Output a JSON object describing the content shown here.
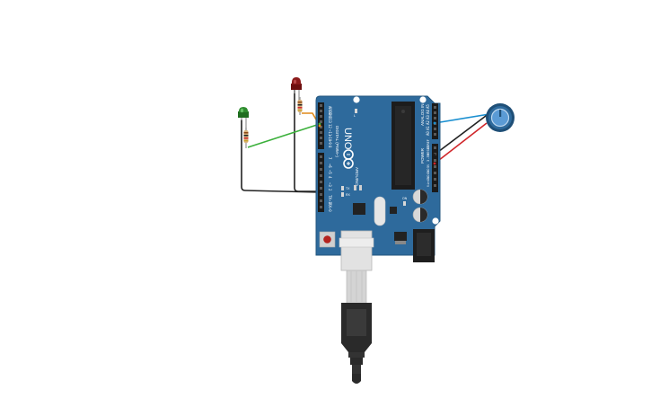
{
  "board": {
    "model": "UNO",
    "brand": "ARDUINO",
    "tx_label": "TX",
    "rx_label": "RX",
    "l_label": "L",
    "on_label": "ON",
    "digital_header_label": "DIGITAL (PWM~)",
    "analog_header_label": "ANALOG IN",
    "power_header_label": "POWER",
    "digital_pins_top": [
      "AREF",
      "GND",
      "13",
      "12",
      "~11",
      "~10",
      "~9",
      "8"
    ],
    "digital_pins_bottom": [
      "7",
      "~6",
      "~5",
      "4",
      "~3",
      "2",
      "TX→1",
      "RX←0"
    ],
    "analog_pins": [
      "A0",
      "A1",
      "A2",
      "A3",
      "A4",
      "A5"
    ],
    "power_pins": [
      "IOREF",
      "RESET",
      "3.3V",
      "5V",
      "GND",
      "GND",
      "Vin"
    ]
  },
  "colors": {
    "board": "#2e6a9c",
    "board_dark": "#1f4f77",
    "led_green": "#2e8b2e",
    "led_red": "#8b1a1a",
    "wire_green": "#3bb03b",
    "wire_orange": "#e08a1a",
    "wire_black": "#222222",
    "wire_blue": "#1a8fd0",
    "wire_red": "#d0262a",
    "pot": "#2e6a9c",
    "usb_cable": "#2a2a2a"
  },
  "components": {
    "green_led": "green-led",
    "red_led": "red-led",
    "potentiometer": "potentiometer",
    "usb_cable": "usb-cable"
  }
}
